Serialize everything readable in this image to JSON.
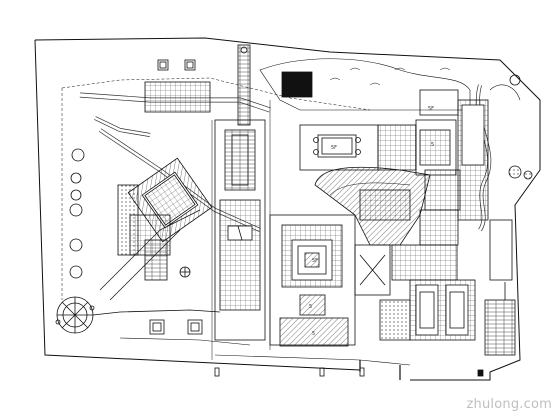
{
  "drawing": {
    "type": "site_floor_plan",
    "style": "black-line CAD drawing on white",
    "room_labels": [
      "5F",
      "5F",
      "5F",
      "5",
      "5",
      "5"
    ],
    "watermark": "zhulong.com",
    "colors": {
      "background": "#ffffff",
      "line": "#111111",
      "hatch": "#555555",
      "watermark": "#c0c0c0"
    }
  }
}
